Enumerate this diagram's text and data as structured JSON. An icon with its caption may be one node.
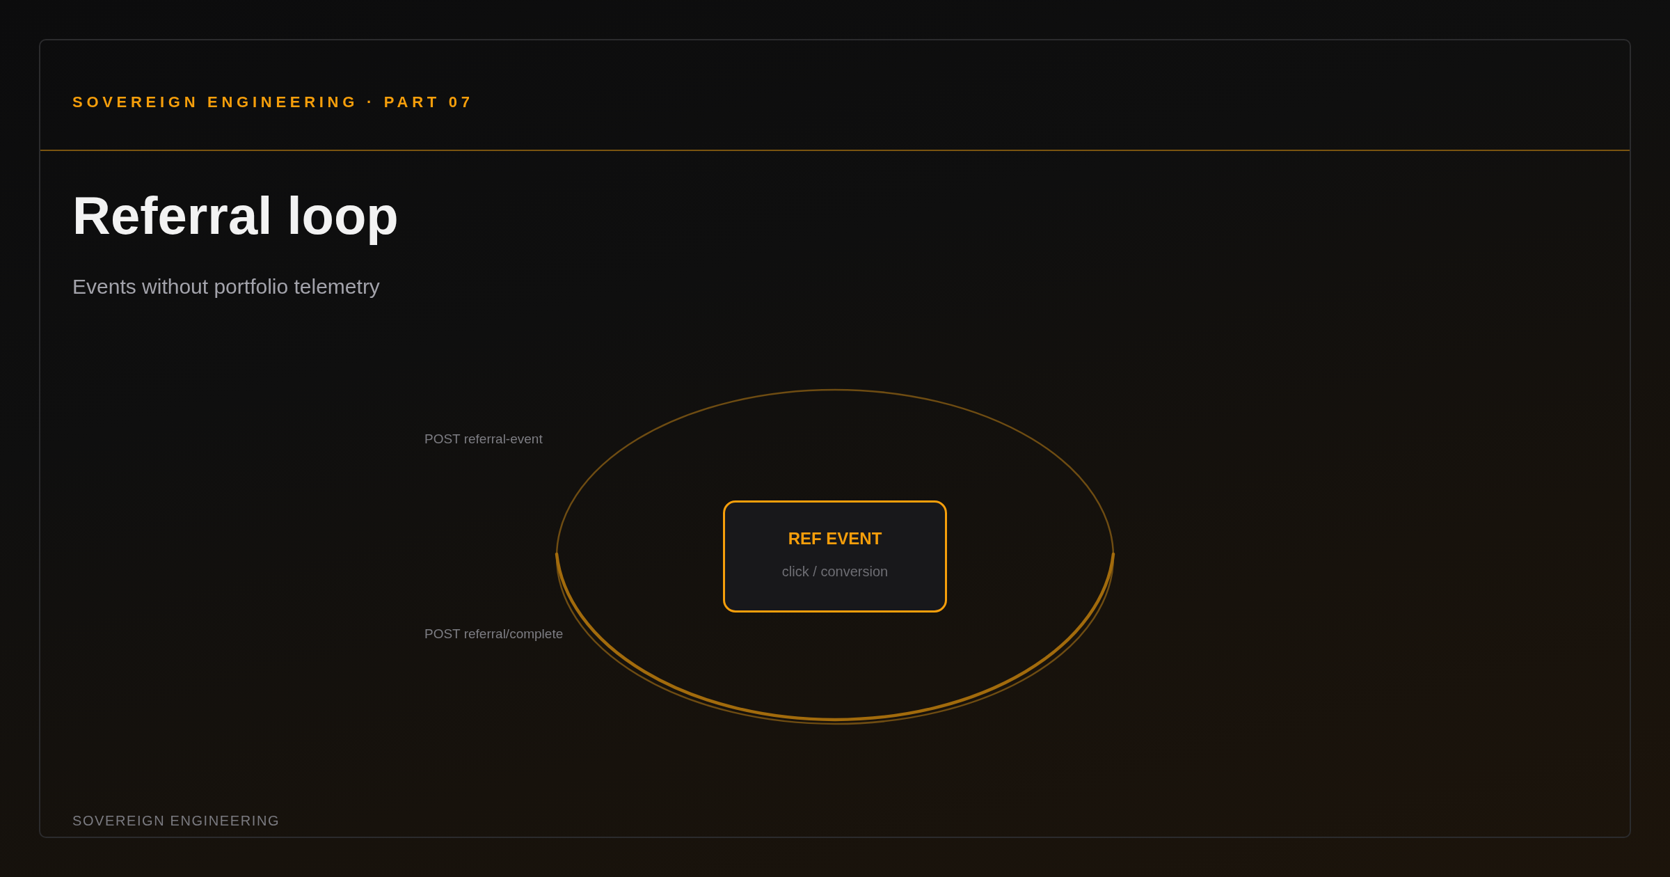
{
  "diagram": {
    "title": "Referral loop",
    "nodes": [
      {
        "text": [
          "REF EVENT",
          "click / conversion"
        ]
      }
    ],
    "labels": [
      "SOVEREIGN ENGINEERING · PART 07",
      "Events without portfolio telemetry",
      "POST referral-event",
      "POST referral/complete",
      "SOVEREIGN ENGINEERING"
    ]
  }
}
